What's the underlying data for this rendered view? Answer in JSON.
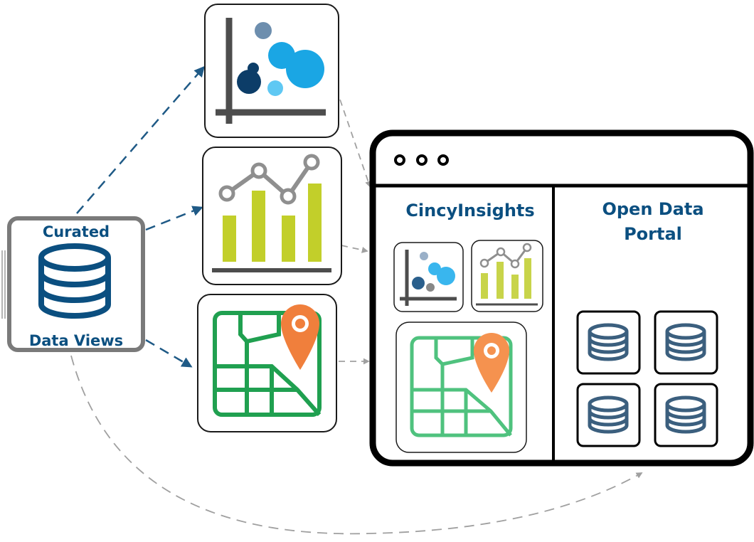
{
  "source": {
    "title_top": "Curated",
    "title_bottom": "Data Views",
    "icon": "database-icon"
  },
  "views": [
    {
      "kind": "scatter-chart",
      "icon": "bubble-chart-icon"
    },
    {
      "kind": "bar-line-chart",
      "icon": "bar-chart-icon"
    },
    {
      "kind": "map",
      "icon": "map-pin-icon"
    }
  ],
  "portal_window": {
    "controls": "window-dots-icon",
    "left_panel_title": "CincyInsights",
    "right_panel_title_line1": "Open Data",
    "right_panel_title_line2": "Portal"
  },
  "colors": {
    "navy": "#0b4f80",
    "arrow_blue": "#1f5a86",
    "arrow_gray": "#a0a0a0",
    "chart_green": "#c2cf2a",
    "map_green": "#20a050",
    "pin_orange": "#f07f3c",
    "bubble_light": "#39b6ee"
  }
}
